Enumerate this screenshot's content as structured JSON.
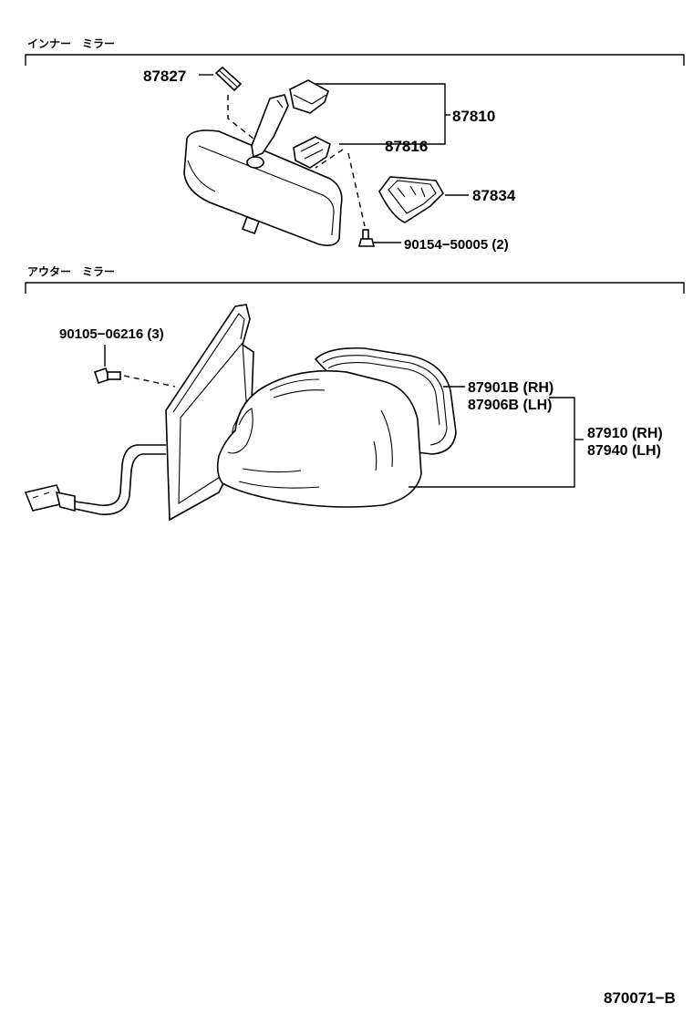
{
  "sections": {
    "inner": {
      "title": "インナー　ミラー"
    },
    "outer": {
      "title": "アウター　ミラー"
    }
  },
  "parts": {
    "p87827": "87827",
    "p87810": "87810",
    "p87816": "87816",
    "p87834": "87834",
    "p90154": "90154−50005 (2)",
    "p90105": "90105−06216 (3)",
    "p87901": "87901B (RH)",
    "p87906": "87906B (LH)",
    "p87910": "87910 (RH)",
    "p87940": "87940 (LH)"
  },
  "footer": {
    "diagram_id": "870071−B"
  }
}
